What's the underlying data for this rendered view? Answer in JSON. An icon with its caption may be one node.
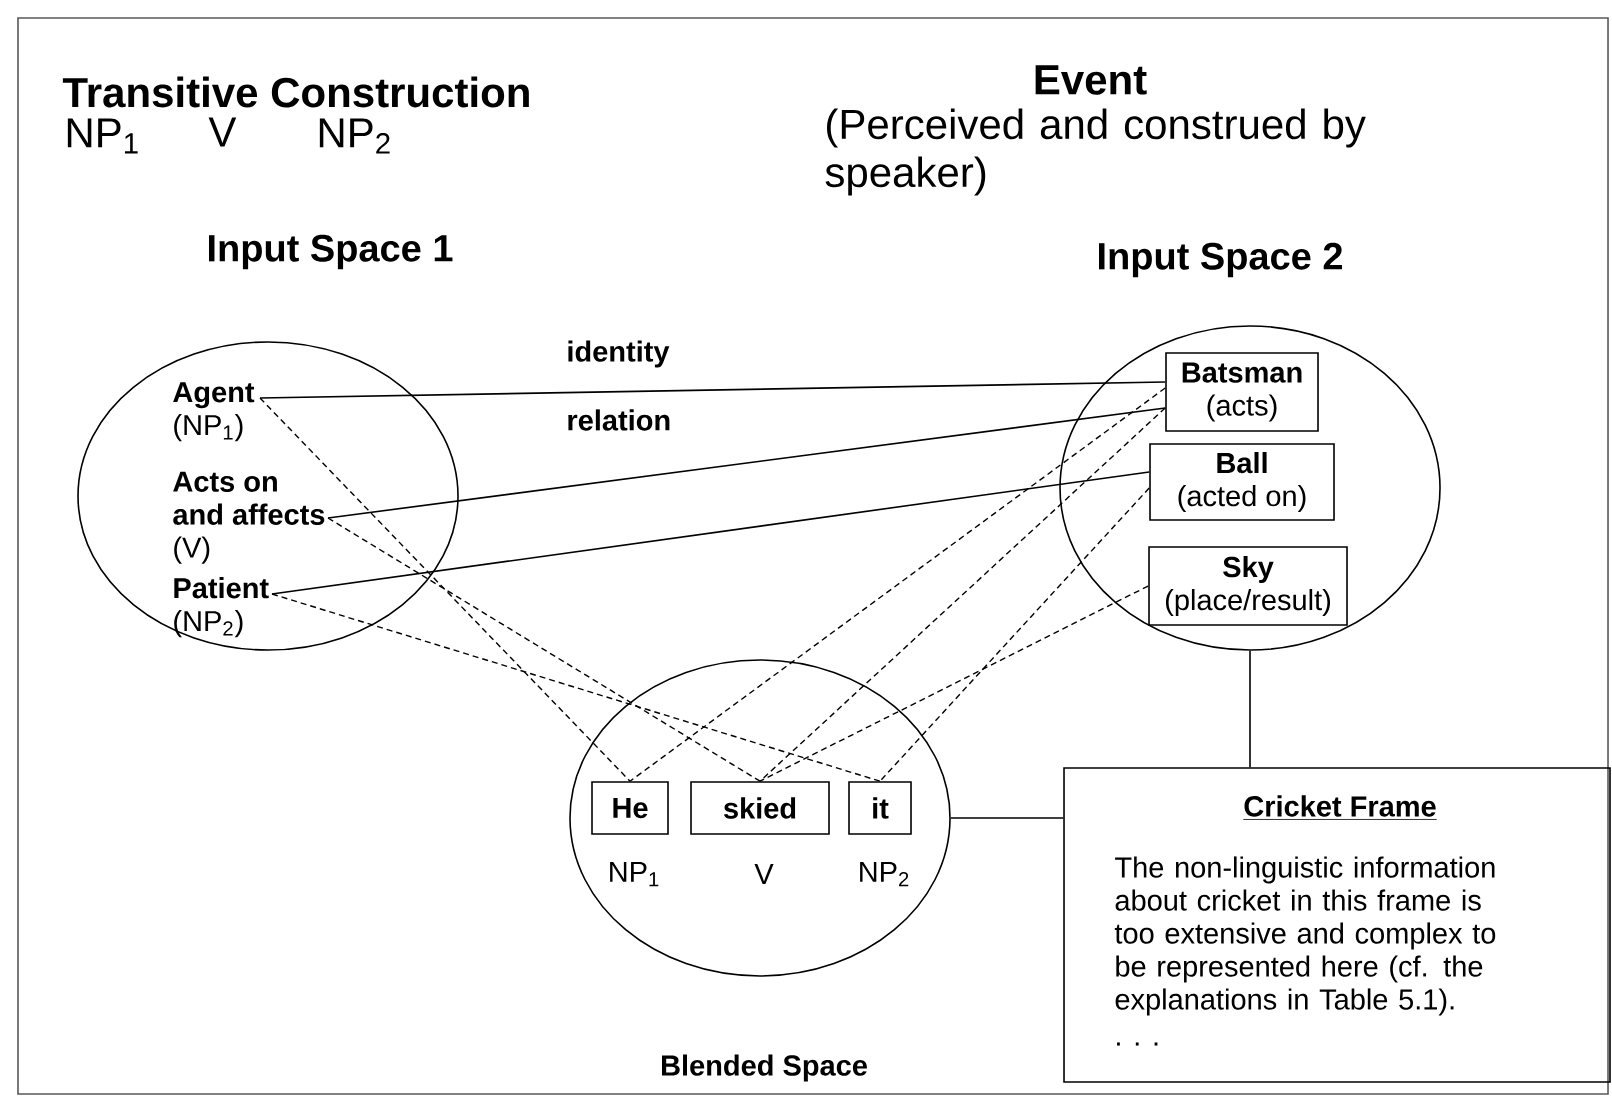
{
  "diagram": {
    "nodes": [
      {
        "text": [
          "Input Space 1"
        ]
      },
      {
        "text": [
          "Agent",
          "(NP$_{1}$)"
        ],
        "in": 0
      },
      {
        "text": [
          "Acts on and affects",
          "(V)"
        ],
        "in": 0
      },
      {
        "text": [
          "Patient",
          "(NP$_{2}$)"
        ],
        "in": 0
      },
      {
        "text": [
          "Input Space 2"
        ]
      },
      {
        "text": [
          "Batsman",
          "(acts)"
        ],
        "in": 4
      },
      {
        "text": [
          "Ball",
          "(acted on)"
        ],
        "in": 4
      },
      {
        "text": [
          "Sky",
          "(place/result)"
        ],
        "in": 4
      },
      {
        "text": [
          "Blended Space"
        ]
      },
      {
        "text": [
          "He"
        ],
        "in": 8,
        "beside": [
          "NP$_{1}$"
        ]
      },
      {
        "text": [
          "skied"
        ],
        "in": 8,
        "beside": [
          "V"
        ]
      },
      {
        "text": [
          "it"
        ],
        "in": 8,
        "beside": [
          "NP$_{2}$"
        ]
      },
      {
        "text": [
          "Cricket Frame",
          "The non-linguistic information about cricket in this frame is too extensive and complex to be represented here (cf. the explanations in Table 5.1).",
          ". . ."
        ]
      }
    ],
    "edges": [
      {
        "from": 1,
        "to": 5,
        "arrow": "none"
      },
      {
        "from": 2,
        "to": 5,
        "arrow": "none"
      },
      {
        "from": 3,
        "to": 6,
        "arrow": "none"
      },
      {
        "from": 1,
        "to": 9,
        "arrow": "none",
        "style": "dashed"
      },
      {
        "from": 2,
        "to": 10,
        "arrow": "none",
        "style": "dashed"
      },
      {
        "from": 3,
        "to": 11,
        "arrow": "none",
        "style": "dashed"
      },
      {
        "from": 5,
        "to": 9,
        "arrow": "none",
        "style": "dashed"
      },
      {
        "from": 5,
        "to": 10,
        "arrow": "none",
        "style": "dashed"
      },
      {
        "from": 6,
        "to": 11,
        "arrow": "none",
        "style": "dashed"
      },
      {
        "from": 7,
        "to": 10,
        "arrow": "none",
        "style": "dashed"
      },
      {
        "from": 4,
        "to": 12,
        "arrow": "none"
      },
      {
        "from": 8,
        "to": 12,
        "arrow": "none"
      }
    ],
    "labels": [
      "Transitive Construction",
      "NP$_{1}$",
      "V",
      "NP$_{2}$",
      "Event",
      "(Perceived and construed by speaker)",
      "identity",
      "relation"
    ]
  }
}
